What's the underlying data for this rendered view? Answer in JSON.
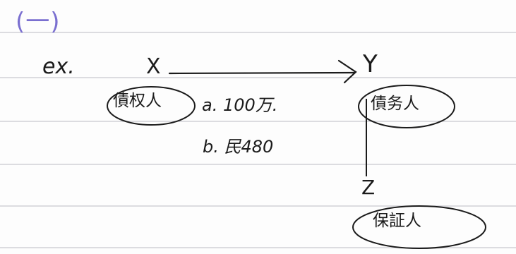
{
  "note": {
    "section_mark": "(一)",
    "example_label": "ex.",
    "parties": {
      "x": "X",
      "y": "Y",
      "z": "Z"
    },
    "roles": {
      "creditor": "債权人",
      "debtor": "債务人",
      "guarantor": "保証人"
    },
    "annotations": {
      "a": "a. 100万.",
      "b": "b. 民480"
    }
  },
  "colors": {
    "rule_line": "#c9c9cf",
    "ink": "#1b1b1b",
    "section_mark_ink": "#7a6fd0"
  },
  "icons": {
    "arrow": "right-arrow-icon",
    "ellipse": "circle-outline"
  }
}
